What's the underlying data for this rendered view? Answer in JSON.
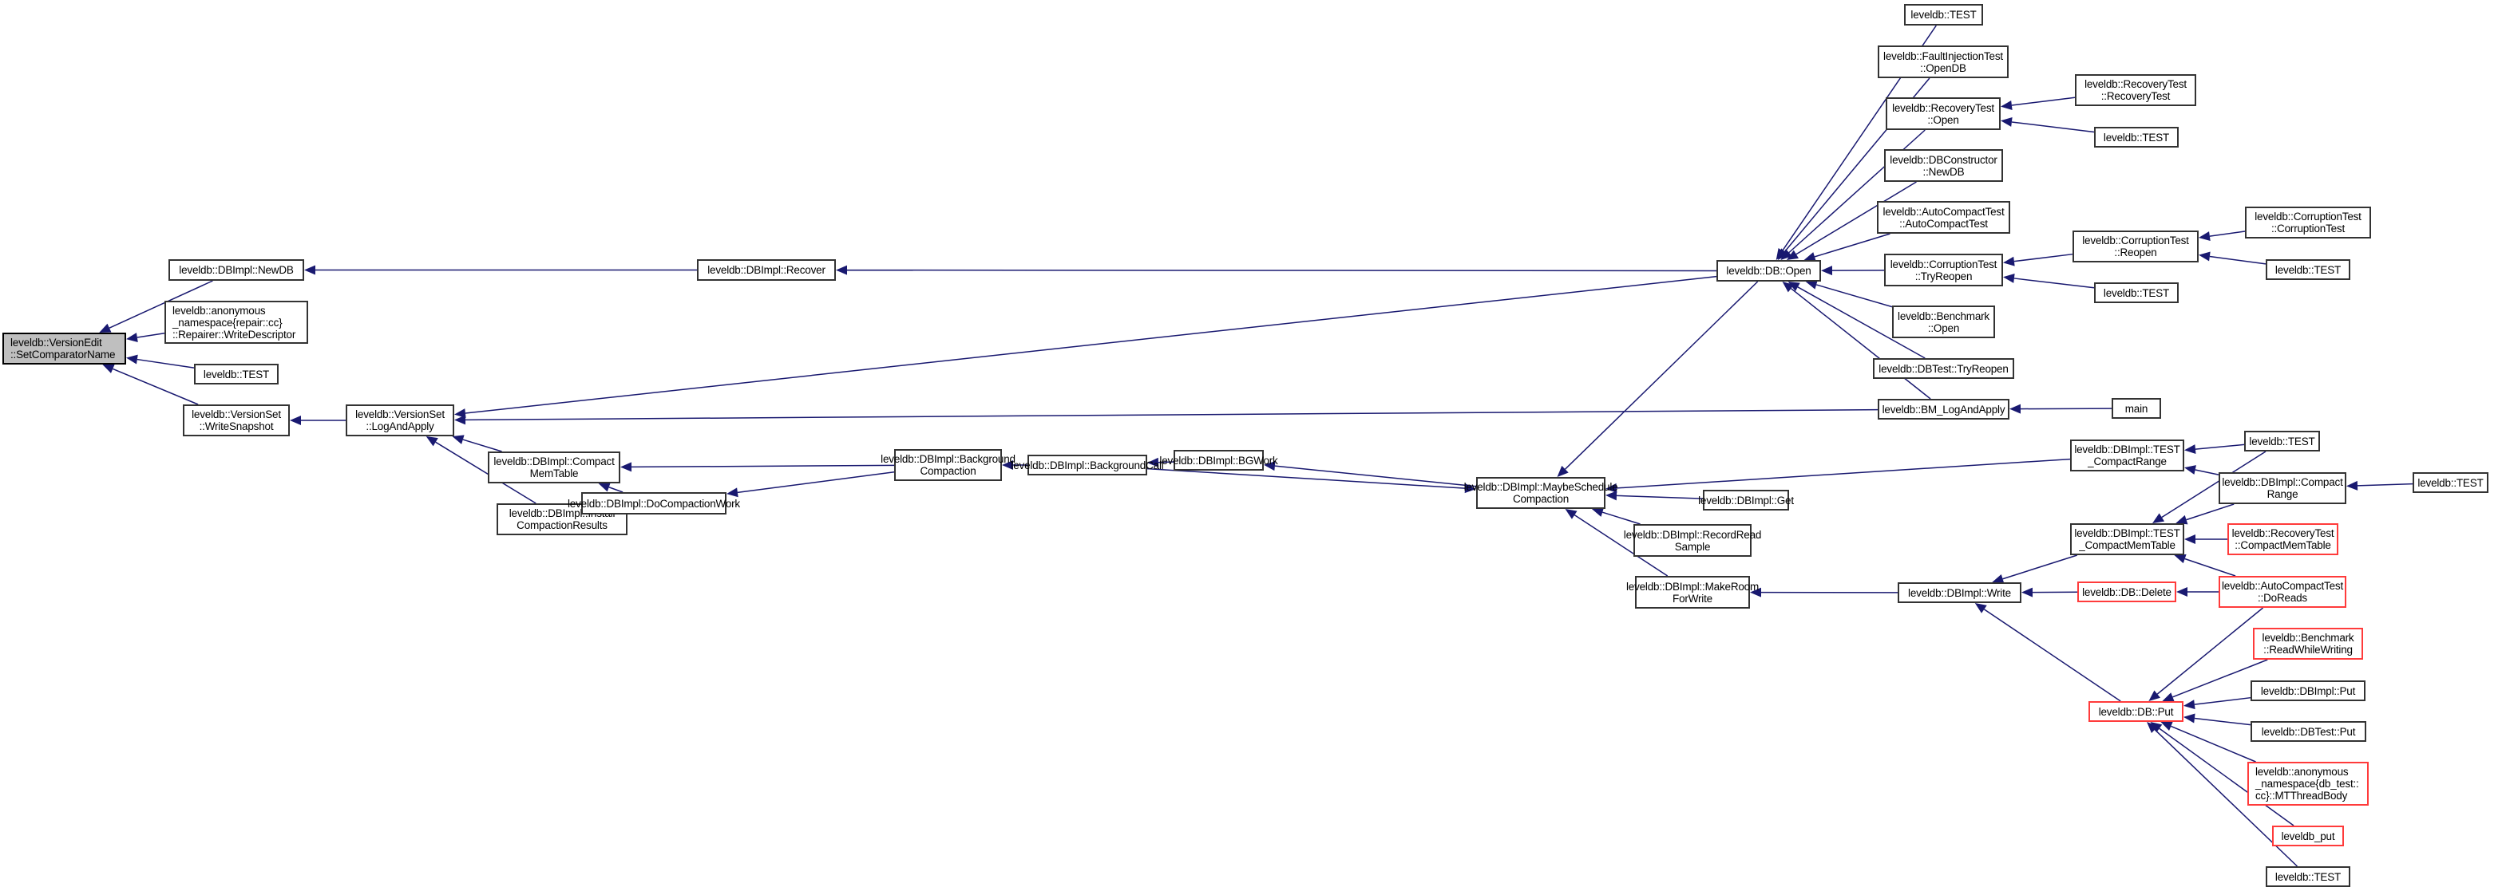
{
  "title": "Call graph: leveldb::VersionEdit::SetComparatorName",
  "colors": {
    "edge": "#191970",
    "node_border": "#333333",
    "root_fill": "#bfbfbf",
    "truncated_border": "#ff3b3b"
  },
  "nodes": {
    "root": {
      "label": "leveldb::VersionEdit\n::SetComparatorName",
      "kind": "root"
    },
    "newdb": {
      "label": "leveldb::DBImpl::NewDB"
    },
    "repairer": {
      "label": "leveldb::anonymous\n_namespace{repair::cc}\n::Repairer::WriteDescriptor"
    },
    "test1": {
      "label": "leveldb::TEST"
    },
    "writesnapshot": {
      "label": "leveldb::VersionSet\n::WriteSnapshot"
    },
    "logandapply": {
      "label": "leveldb::VersionSet\n::LogAndApply"
    },
    "recover": {
      "label": "leveldb::DBImpl::Recover"
    },
    "compactmemtable": {
      "label": "leveldb::DBImpl::Compact\nMemTable"
    },
    "installcompaction": {
      "label": "leveldb::DBImpl::Install\nCompactionResults"
    },
    "docompactionwork": {
      "label": "leveldb::DBImpl::DoCompactionWork"
    },
    "backgroundcompaction": {
      "label": "leveldb::DBImpl::Background\nCompaction"
    },
    "backgroundcall": {
      "label": "leveldb::DBImpl::BackgroundCall"
    },
    "bgwork": {
      "label": "leveldb::DBImpl::BGWork"
    },
    "maybeschedule": {
      "label": "leveldb::DBImpl::MaybeSchedule\nCompaction"
    },
    "dbopen": {
      "label": "leveldb::DB::Open"
    },
    "get": {
      "label": "leveldb::DBImpl::Get"
    },
    "recordread": {
      "label": "leveldb::DBImpl::RecordRead\nSample"
    },
    "makeroom": {
      "label": "leveldb::DBImpl::MakeRoom\nForWrite"
    },
    "write": {
      "label": "leveldb::DBImpl::Write"
    },
    "test_top": {
      "label": "leveldb::TEST"
    },
    "faultinj": {
      "label": "leveldb::FaultInjectionTest\n::OpenDB"
    },
    "recoveryopen": {
      "label": "leveldb::RecoveryTest\n::Open"
    },
    "dbconstructor": {
      "label": "leveldb::DBConstructor\n::NewDB"
    },
    "autocompacttest": {
      "label": "leveldb::AutoCompactTest\n::AutoCompactTest"
    },
    "corruptiontryreopen": {
      "label": "leveldb::CorruptionTest\n::TryReopen"
    },
    "benchopen": {
      "label": "leveldb::Benchmark\n::Open"
    },
    "dbtesttryreopen": {
      "label": "leveldb::DBTest::TryReopen"
    },
    "bmlogandapply": {
      "label": "leveldb::BM_LogAndApply"
    },
    "recoverytestctor": {
      "label": "leveldb::RecoveryTest\n::RecoveryTest"
    },
    "test_rec": {
      "label": "leveldb::TEST"
    },
    "corruptionreopen": {
      "label": "leveldb::CorruptionTest\n::Reopen"
    },
    "test_corr1": {
      "label": "leveldb::TEST"
    },
    "corruptionctor": {
      "label": "leveldb::CorruptionTest\n::CorruptionTest"
    },
    "test_corr2": {
      "label": "leveldb::TEST"
    },
    "main": {
      "label": "main"
    },
    "testcompactrange": {
      "label": "leveldb::DBImpl::TEST\n_CompactRange"
    },
    "test_cr": {
      "label": "leveldb::TEST"
    },
    "compactrange": {
      "label": "leveldb::DBImpl::Compact\nRange"
    },
    "test_cr2": {
      "label": "leveldb::TEST"
    },
    "testcompactmemtable": {
      "label": "leveldb::DBImpl::TEST\n_CompactMemTable"
    },
    "recoverycompactmem": {
      "label": "leveldb::RecoveryTest\n::CompactMemTable",
      "kind": "red"
    },
    "dbdelete": {
      "label": "leveldb::DB::Delete",
      "kind": "red"
    },
    "doreads": {
      "label": "leveldb::AutoCompactTest\n::DoReads",
      "kind": "red"
    },
    "readwhilewriting": {
      "label": "leveldb::Benchmark\n::ReadWhileWriting",
      "kind": "red"
    },
    "dbput": {
      "label": "leveldb::DB::Put",
      "kind": "red"
    },
    "dbimplput": {
      "label": "leveldb::DBImpl::Put"
    },
    "dbtestput": {
      "label": "leveldb::DBTest::Put"
    },
    "mtthreadbody": {
      "label": "leveldb::anonymous\n_namespace{db_test::\ncc}::MTThreadBody",
      "kind": "red"
    },
    "leveldbput": {
      "label": "leveldb_put",
      "kind": "red"
    },
    "test_put": {
      "label": "leveldb::TEST"
    }
  },
  "edges": [
    [
      "newdb",
      "root"
    ],
    [
      "repairer",
      "root"
    ],
    [
      "test1",
      "root"
    ],
    [
      "writesnapshot",
      "root"
    ],
    [
      "recover",
      "newdb"
    ],
    [
      "logandapply",
      "writesnapshot"
    ],
    [
      "dbopen",
      "recover"
    ],
    [
      "dbopen",
      "logandapply"
    ],
    [
      "bmlogandapply",
      "logandapply"
    ],
    [
      "compactmemtable",
      "logandapply"
    ],
    [
      "installcompaction",
      "logandapply"
    ],
    [
      "backgroundcompaction",
      "compactmemtable"
    ],
    [
      "docompactionwork",
      "compactmemtable"
    ],
    [
      "docompactionwork",
      "installcompaction"
    ],
    [
      "backgroundcompaction",
      "docompactionwork"
    ],
    [
      "backgroundcall",
      "backgroundcompaction"
    ],
    [
      "bgwork",
      "backgroundcall"
    ],
    [
      "maybeschedule",
      "bgwork"
    ],
    [
      "backgroundcall",
      "maybeschedule"
    ],
    [
      "dbopen",
      "maybeschedule"
    ],
    [
      "testcompactrange",
      "maybeschedule"
    ],
    [
      "get",
      "maybeschedule"
    ],
    [
      "recordread",
      "maybeschedule"
    ],
    [
      "makeroom",
      "maybeschedule"
    ],
    [
      "write",
      "makeroom"
    ],
    [
      "test_top",
      "dbopen"
    ],
    [
      "faultinj",
      "dbopen"
    ],
    [
      "recoveryopen",
      "dbopen"
    ],
    [
      "dbconstructor",
      "dbopen"
    ],
    [
      "autocompacttest",
      "dbopen"
    ],
    [
      "corruptiontryreopen",
      "dbopen"
    ],
    [
      "benchopen",
      "dbopen"
    ],
    [
      "dbtesttryreopen",
      "dbopen"
    ],
    [
      "bmlogandapply",
      "dbopen"
    ],
    [
      "recoverytestctor",
      "recoveryopen"
    ],
    [
      "test_rec",
      "recoveryopen"
    ],
    [
      "corruptionreopen",
      "corruptiontryreopen"
    ],
    [
      "test_corr1",
      "corruptiontryreopen"
    ],
    [
      "corruptionctor",
      "corruptionreopen"
    ],
    [
      "test_corr2",
      "corruptionreopen"
    ],
    [
      "main",
      "bmlogandapply"
    ],
    [
      "test_cr",
      "testcompactrange"
    ],
    [
      "compactrange",
      "testcompactrange"
    ],
    [
      "test_cr2",
      "compactrange"
    ],
    [
      "testcompactmemtable",
      "write"
    ],
    [
      "dbdelete",
      "write"
    ],
    [
      "dbput",
      "write"
    ],
    [
      "test_cr",
      "testcompactmemtable"
    ],
    [
      "compactrange",
      "testcompactmemtable"
    ],
    [
      "recoverycompactmem",
      "testcompactmemtable"
    ],
    [
      "doreads",
      "testcompactmemtable"
    ],
    [
      "doreads",
      "dbdelete"
    ],
    [
      "doreads",
      "dbput"
    ],
    [
      "readwhilewriting",
      "dbput"
    ],
    [
      "dbimplput",
      "dbput"
    ],
    [
      "dbtestput",
      "dbput"
    ],
    [
      "mtthreadbody",
      "dbput"
    ],
    [
      "leveldbput",
      "dbput"
    ],
    [
      "test_put",
      "dbput"
    ]
  ]
}
